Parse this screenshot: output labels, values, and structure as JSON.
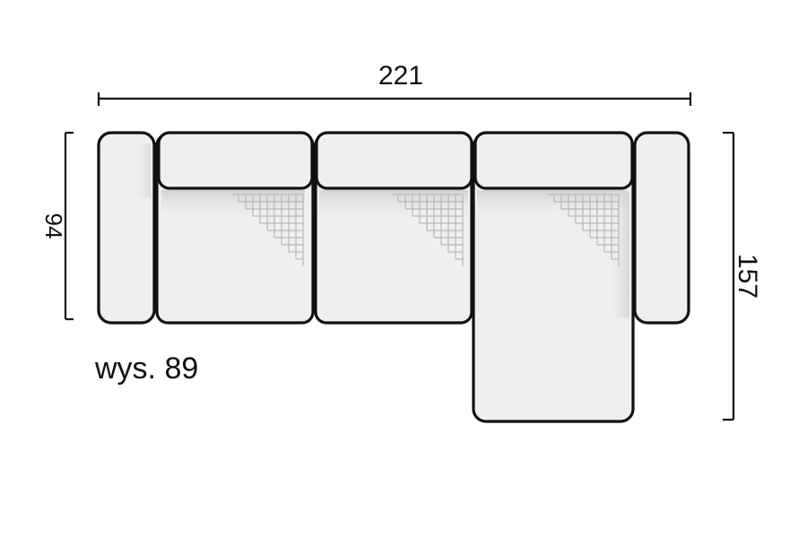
{
  "dimensions": {
    "width_label": "221",
    "depth_label": "157",
    "side_label": "94",
    "height_label": "wys. 89"
  },
  "colors": {
    "outline": "#111111",
    "fill": "#efefef",
    "shade": "#d9d9d9",
    "grid": "#b8b8b8"
  }
}
